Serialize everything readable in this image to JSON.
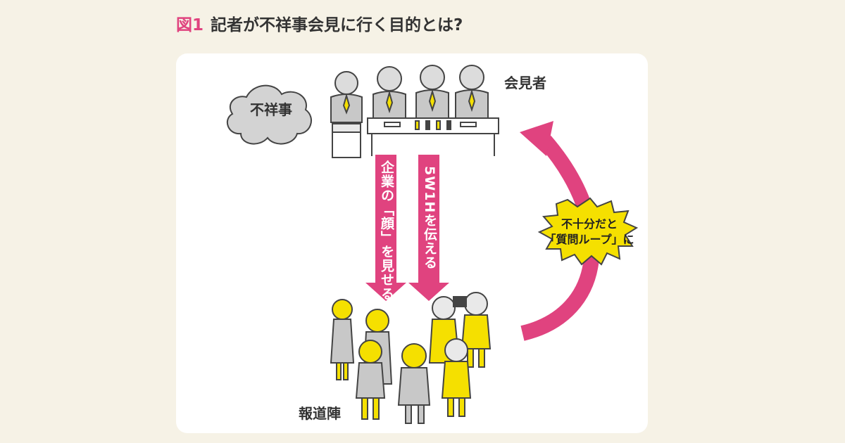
{
  "title": {
    "figure_no": "図1",
    "text": "記者が不祥事会見に行く目的とは?"
  },
  "labels": {
    "scandal": "不祥事",
    "presenters": "会見者",
    "press": "報道陣",
    "arrow_face": "企業の「顔」を見せる",
    "arrow_5w1h": "5W1Hを伝える",
    "burst_line1": "不十分だと",
    "burst_line2": "「質問ループ」に"
  },
  "colors": {
    "accent": "#e0437f",
    "yellow": "#f5e000",
    "gray": "#c8c8c8",
    "background": "#f6f2e6"
  }
}
